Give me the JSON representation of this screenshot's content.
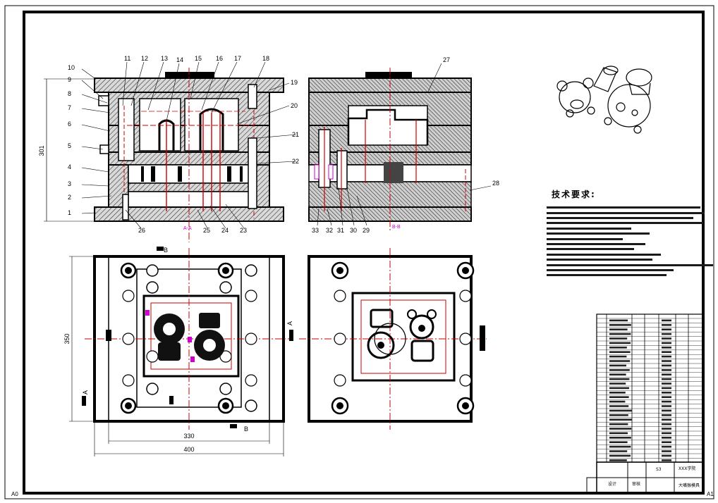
{
  "sheet": {
    "corner_left": "A0",
    "corner_right": "A1"
  },
  "front_view": {
    "height_dim": "301",
    "callouts_left": [
      "10",
      "9",
      "8",
      "7",
      "6",
      "5",
      "4",
      "3",
      "2",
      "1"
    ],
    "callouts_top": [
      "11",
      "12",
      "13",
      "14",
      "15",
      "16",
      "17",
      "18"
    ],
    "callouts_right": [
      "19",
      "20",
      "21",
      "22"
    ],
    "callouts_bottom": [
      "26",
      "25",
      "24",
      "23"
    ],
    "section_mark": "A-A"
  },
  "side_view": {
    "callouts_top": [
      "27"
    ],
    "callouts_right": [
      "28"
    ],
    "callouts_bottom": [
      "33",
      "32",
      "31",
      "30",
      "29"
    ],
    "section_mark": "B-B"
  },
  "plan_view": {
    "height_dim": "350",
    "inner_width_dim": "330",
    "outer_width_dim": "400",
    "cut_labels": [
      "B",
      "A",
      "A",
      "B"
    ]
  },
  "tech_requirements": {
    "title": "技术要求:"
  },
  "title_block": {
    "cells": [
      "设计",
      "审核",
      "S3",
      "XXX学院",
      "大嘴猴模具"
    ]
  }
}
